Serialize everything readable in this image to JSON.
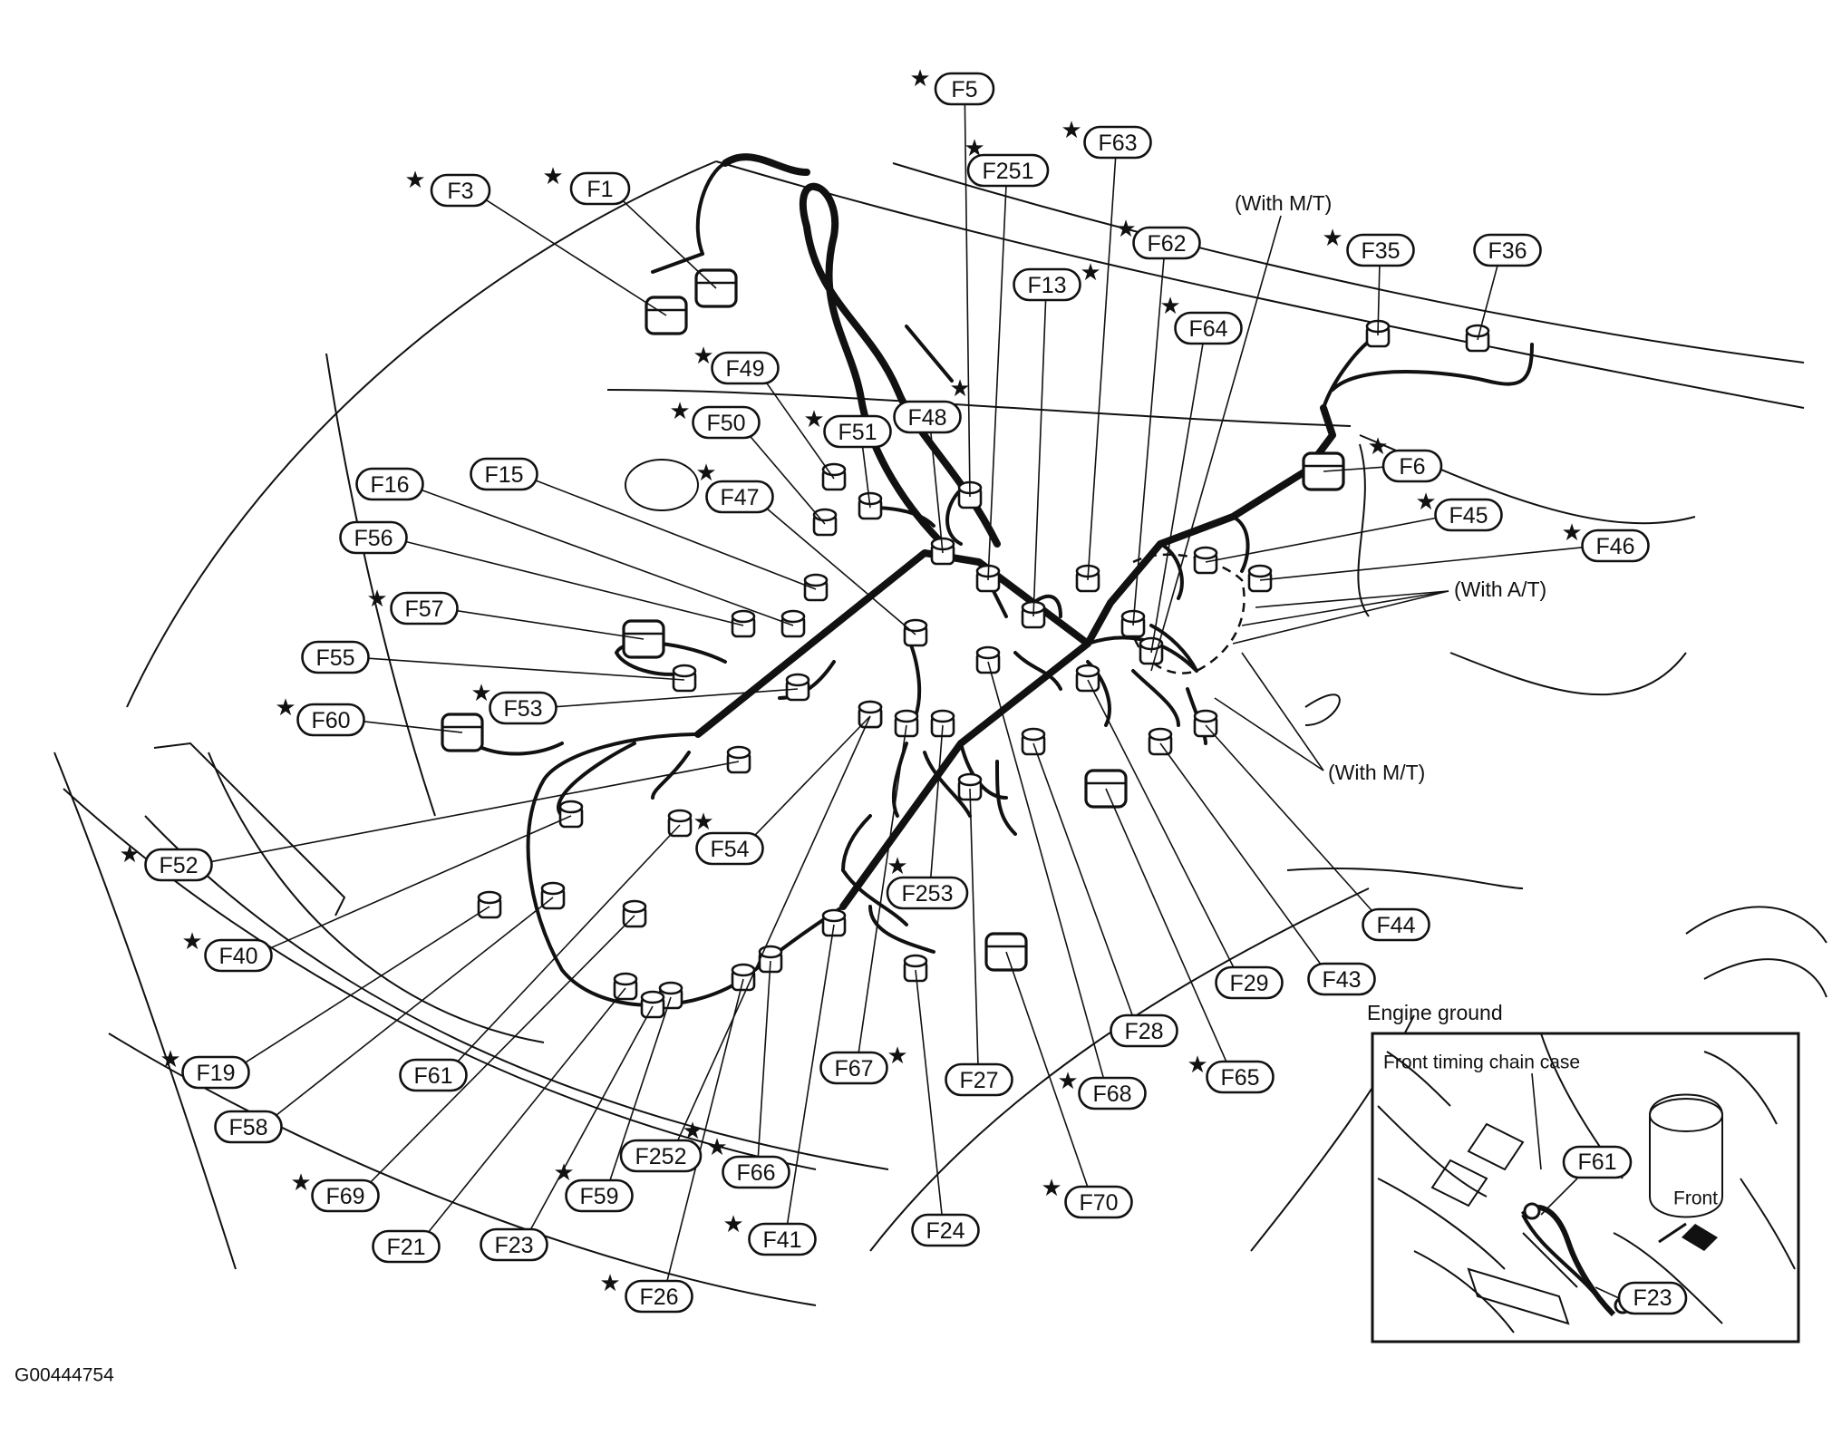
{
  "diagram_code": "G00444754",
  "notes": {
    "with_mt_top": "(With M/T)",
    "with_at": "(With A/T)",
    "with_mt_right": "(With M/T)"
  },
  "inset": {
    "title": "Engine ground",
    "subtitle": "Front timing chain case",
    "f61": "F61",
    "f23": "F23",
    "front": "Front"
  },
  "connectors": [
    {
      "id": "f3",
      "label": "F3",
      "star": true
    },
    {
      "id": "f1",
      "label": "F1",
      "star": true
    },
    {
      "id": "f5",
      "label": "F5",
      "star": true
    },
    {
      "id": "f251",
      "label": "F251",
      "star": true
    },
    {
      "id": "f63",
      "label": "F63",
      "star": true
    },
    {
      "id": "f62",
      "label": "F62",
      "star": true
    },
    {
      "id": "f13",
      "label": "F13",
      "star": true
    },
    {
      "id": "f64",
      "label": "F64",
      "star": true
    },
    {
      "id": "f35",
      "label": "F35",
      "star": true
    },
    {
      "id": "f36",
      "label": "F36",
      "star": false
    },
    {
      "id": "f49",
      "label": "F49",
      "star": true
    },
    {
      "id": "f50",
      "label": "F50",
      "star": true
    },
    {
      "id": "f51",
      "label": "F51",
      "star": true
    },
    {
      "id": "f48",
      "label": "F48",
      "star": true
    },
    {
      "id": "f6",
      "label": "F6",
      "star": true
    },
    {
      "id": "f45",
      "label": "F45",
      "star": true
    },
    {
      "id": "f46",
      "label": "F46",
      "star": true
    },
    {
      "id": "f16",
      "label": "F16",
      "star": false
    },
    {
      "id": "f15",
      "label": "F15",
      "star": false
    },
    {
      "id": "f47",
      "label": "F47",
      "star": true
    },
    {
      "id": "f56",
      "label": "F56",
      "star": false
    },
    {
      "id": "f57",
      "label": "F57",
      "star": true
    },
    {
      "id": "f55",
      "label": "F55",
      "star": false
    },
    {
      "id": "f53",
      "label": "F53",
      "star": true
    },
    {
      "id": "f60",
      "label": "F60",
      "star": true
    },
    {
      "id": "f52",
      "label": "F52",
      "star": true
    },
    {
      "id": "f54",
      "label": "F54",
      "star": true
    },
    {
      "id": "f253",
      "label": "F253",
      "star": true
    },
    {
      "id": "f44",
      "label": "F44",
      "star": false
    },
    {
      "id": "f40",
      "label": "F40",
      "star": true
    },
    {
      "id": "f29",
      "label": "F29",
      "star": false
    },
    {
      "id": "f43",
      "label": "F43",
      "star": false
    },
    {
      "id": "f28",
      "label": "F28",
      "star": false
    },
    {
      "id": "f19",
      "label": "F19",
      "star": true
    },
    {
      "id": "f61",
      "label": "F61",
      "star": false
    },
    {
      "id": "f67",
      "label": "F67",
      "star": true
    },
    {
      "id": "f27",
      "label": "F27",
      "star": false
    },
    {
      "id": "f68",
      "label": "F68",
      "star": true
    },
    {
      "id": "f65",
      "label": "F65",
      "star": true
    },
    {
      "id": "f58",
      "label": "F58",
      "star": false
    },
    {
      "id": "f252",
      "label": "F252",
      "star": true
    },
    {
      "id": "f66",
      "label": "F66",
      "star": true
    },
    {
      "id": "f69",
      "label": "F69",
      "star": true
    },
    {
      "id": "f59",
      "label": "F59",
      "star": true
    },
    {
      "id": "f70",
      "label": "F70",
      "star": true
    },
    {
      "id": "f21",
      "label": "F21",
      "star": false
    },
    {
      "id": "f23",
      "label": "F23",
      "star": false
    },
    {
      "id": "f41",
      "label": "F41",
      "star": true
    },
    {
      "id": "f24",
      "label": "F24",
      "star": false
    },
    {
      "id": "f26",
      "label": "F26",
      "star": true
    }
  ]
}
